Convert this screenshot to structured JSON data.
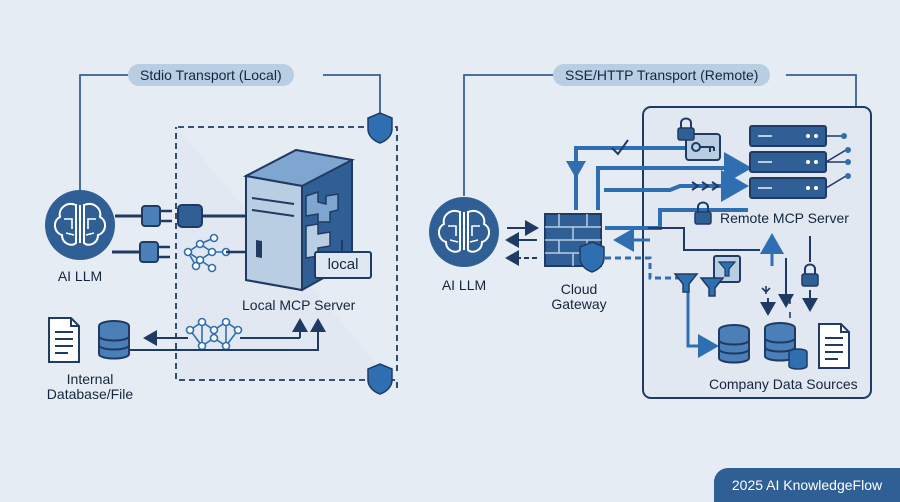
{
  "local": {
    "title": "Stdio Transport (Local)",
    "llm_label": "AI LLM",
    "server_label": "Local MCP Server",
    "server_tag": "local",
    "database_label_line1": "Internal",
    "database_label_line2": "Database/File"
  },
  "remote": {
    "title": "SSE/HTTP Transport (Remote)",
    "llm_label": "AI LLM",
    "gateway_label_line1": "Cloud",
    "gateway_label_line2": "Gateway",
    "server_label": "Remote MCP Server",
    "data_sources_label": "Company Data Sources"
  },
  "branding": {
    "text": "2025 AI KnowledgeFlow"
  },
  "colors": {
    "background": "#e6ecf3",
    "navy": "#1f3b63",
    "accent_blue": "#2f6fb1",
    "light_blue": "#b9cde3"
  }
}
